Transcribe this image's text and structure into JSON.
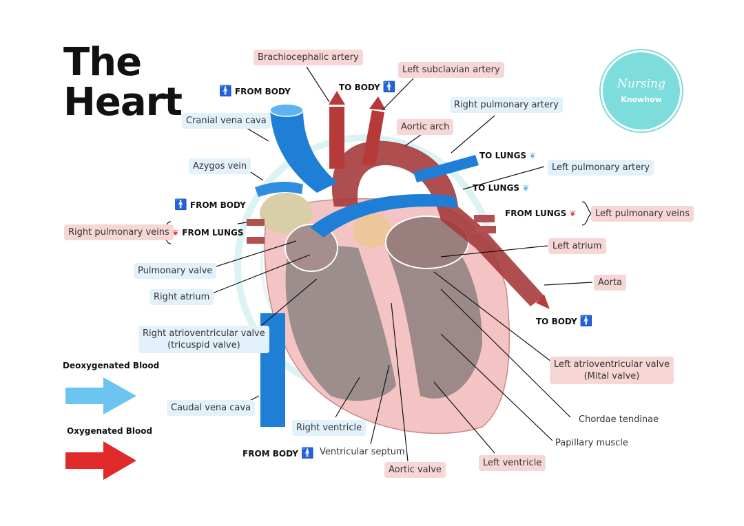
{
  "title": {
    "line1": "The",
    "line2": "Heart"
  },
  "logo": {
    "line1": "Nursing",
    "line2": "Knowhow"
  },
  "labels": {
    "brachiocephalic_artery": "Brachiocephalic artery",
    "left_subclavian_artery": "Left subclavian artery",
    "cranial_vena_cava": "Cranial vena cava",
    "right_pulmonary_artery": "Right pulmonary artery",
    "aortic_arch": "Aortic arch",
    "azygos_vein": "Azygos vein",
    "left_pulmonary_artery": "Left pulmonary artery",
    "left_pulmonary_veins": "Left pulmonary veins",
    "right_pulmonary_veins": "Right pulmonary veins",
    "left_atrium": "Left atrium",
    "pulmonary_valve": "Pulmonary valve",
    "aorta": "Aorta",
    "right_atrium": "Right atrium",
    "right_av_valve_line1": "Right atrioventricular valve",
    "right_av_valve_line2": "(tricuspid valve)",
    "left_av_valve_line1": "Left atrioventricular valve",
    "left_av_valve_line2": "(Mital valve)",
    "chordae_tendinae": "Chordae tendinae",
    "caudal_vena_cava": "Caudal vena cava",
    "papillary_muscle": "Papillary muscle",
    "right_ventricle": "Right ventricle",
    "ventricular_septum": "Ventricular septum",
    "left_ventricle": "Left ventricle",
    "aortic_valve": "Aortic valve"
  },
  "flow": {
    "from_body_top": "FROM BODY",
    "to_body_top": "TO BODY",
    "to_lungs_1": "TO LUNGS",
    "to_lungs_2": "TO LUNGS",
    "from_lungs_left": "FROM LUNGS",
    "from_body_mid": "FROM BODY",
    "from_lungs_right": "FROM LUNGS",
    "to_body_bottom": "TO BODY",
    "from_body_bottom": "FROM BODY"
  },
  "legend": {
    "deoxygenated": "Deoxygenated Blood",
    "oxygenated": "Oxygenated Blood"
  },
  "colors": {
    "deoxygenated": "#6cc4f0",
    "oxygenated": "#e02a2a",
    "vessel_blue": "#1f7fd6",
    "vessel_red": "#b83333",
    "label_blue_bg": "#e3f1fb",
    "label_pink_bg": "#f7d6d6",
    "logo_teal": "#7ddcdc"
  }
}
